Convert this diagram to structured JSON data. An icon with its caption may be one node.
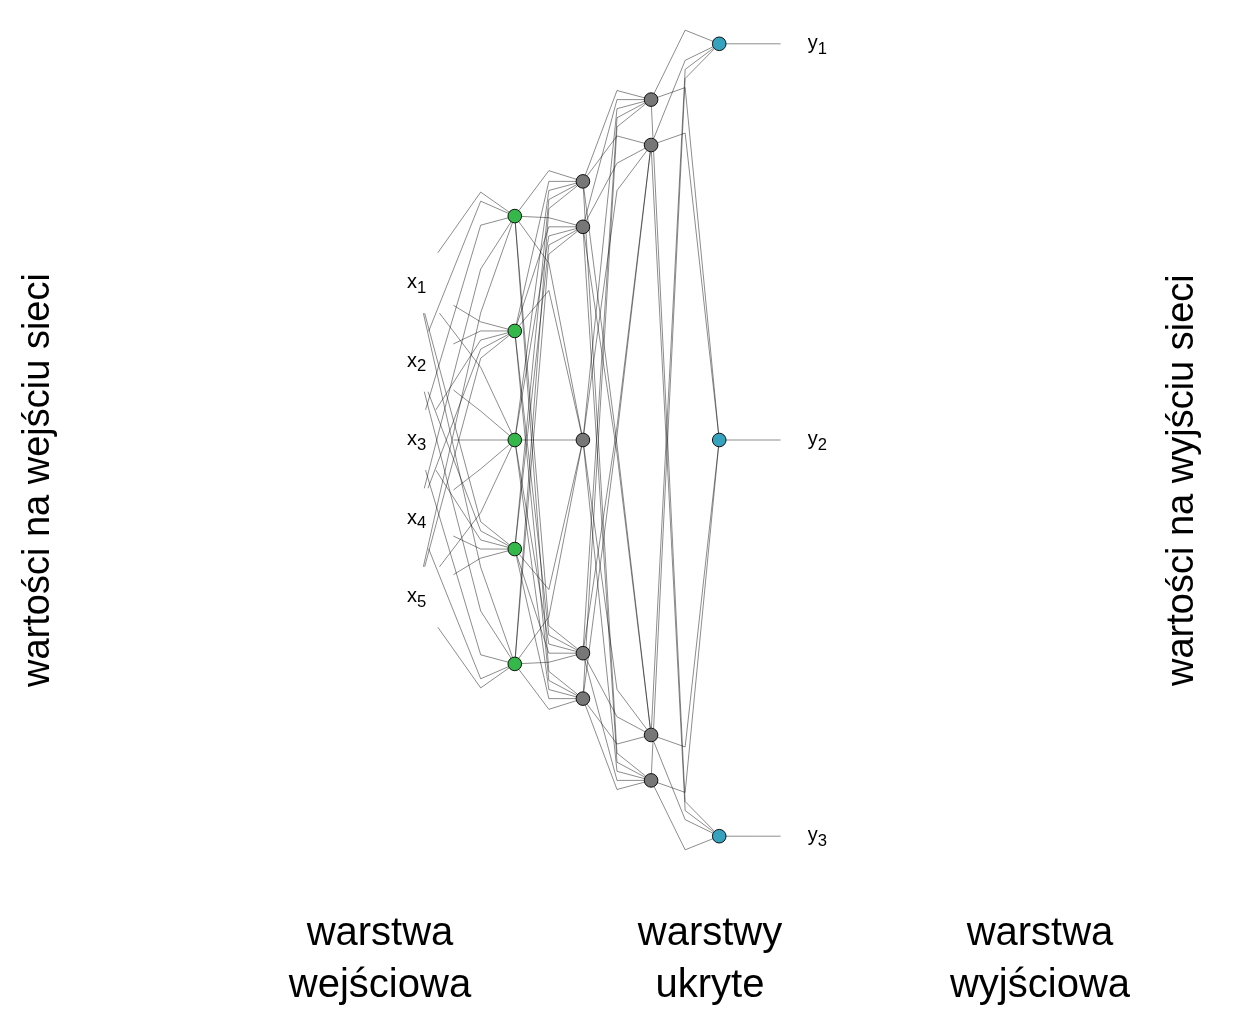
{
  "diagram": {
    "nodes": [
      {
        "text": [
          "x$_{1}$"
        ]
      },
      {
        "text": [
          "x$_{2}$"
        ]
      },
      {
        "text": [
          "x$_{3}$"
        ]
      },
      {
        "text": [
          "x$_{4}$"
        ]
      },
      {
        "text": [
          "x$_{5}$"
        ]
      },
      {
        "text": [],
        "shape": "circle"
      },
      {
        "text": [],
        "shape": "circle"
      },
      {
        "text": [],
        "shape": "circle"
      },
      {
        "text": [],
        "shape": "circle"
      },
      {
        "text": [],
        "shape": "circle"
      },
      {
        "text": [],
        "shape": "circle"
      },
      {
        "text": [],
        "shape": "circle"
      },
      {
        "text": [],
        "shape": "circle"
      },
      {
        "text": [],
        "shape": "circle"
      },
      {
        "text": [],
        "shape": "circle"
      },
      {
        "text": [],
        "shape": "circle"
      },
      {
        "text": [],
        "shape": "circle"
      },
      {
        "text": [],
        "shape": "circle"
      },
      {
        "text": [],
        "shape": "circle"
      },
      {
        "text": [],
        "shape": "circle"
      },
      {
        "text": [],
        "shape": "circle"
      },
      {
        "text": [],
        "shape": "circle"
      },
      {
        "text": [
          "y$_{1}$"
        ]
      },
      {
        "text": [
          "y$_{2}$"
        ]
      },
      {
        "text": [
          "y$_{3}$"
        ]
      }
    ],
    "edges": [
      {
        "from": 0,
        "to": 5,
        "arrow": "none"
      },
      {
        "from": 0,
        "to": 6,
        "arrow": "none"
      },
      {
        "from": 0,
        "to": 7,
        "arrow": "none"
      },
      {
        "from": 0,
        "to": 8,
        "arrow": "none"
      },
      {
        "from": 0,
        "to": 9,
        "arrow": "none"
      },
      {
        "from": 1,
        "to": 5,
        "arrow": "none"
      },
      {
        "from": 1,
        "to": 6,
        "arrow": "none"
      },
      {
        "from": 1,
        "to": 7,
        "arrow": "none"
      },
      {
        "from": 1,
        "to": 8,
        "arrow": "none"
      },
      {
        "from": 1,
        "to": 9,
        "arrow": "none"
      },
      {
        "from": 2,
        "to": 5,
        "arrow": "none"
      },
      {
        "from": 2,
        "to": 6,
        "arrow": "none"
      },
      {
        "from": 2,
        "to": 7,
        "arrow": "none"
      },
      {
        "from": 2,
        "to": 8,
        "arrow": "none"
      },
      {
        "from": 2,
        "to": 9,
        "arrow": "none"
      },
      {
        "from": 3,
        "to": 5,
        "arrow": "none"
      },
      {
        "from": 3,
        "to": 6,
        "arrow": "none"
      },
      {
        "from": 3,
        "to": 7,
        "arrow": "none"
      },
      {
        "from": 3,
        "to": 8,
        "arrow": "none"
      },
      {
        "from": 3,
        "to": 9,
        "arrow": "none"
      },
      {
        "from": 4,
        "to": 5,
        "arrow": "none"
      },
      {
        "from": 4,
        "to": 6,
        "arrow": "none"
      },
      {
        "from": 4,
        "to": 7,
        "arrow": "none"
      },
      {
        "from": 4,
        "to": 8,
        "arrow": "none"
      },
      {
        "from": 4,
        "to": 9,
        "arrow": "none"
      },
      {
        "from": 5,
        "to": 10,
        "arrow": "none"
      },
      {
        "from": 5,
        "to": 11,
        "arrow": "none"
      },
      {
        "from": 5,
        "to": 12,
        "arrow": "none"
      },
      {
        "from": 5,
        "to": 13,
        "arrow": "none"
      },
      {
        "from": 5,
        "to": 14,
        "arrow": "none"
      },
      {
        "from": 6,
        "to": 10,
        "arrow": "none"
      },
      {
        "from": 6,
        "to": 11,
        "arrow": "none"
      },
      {
        "from": 6,
        "to": 12,
        "arrow": "none"
      },
      {
        "from": 6,
        "to": 13,
        "arrow": "none"
      },
      {
        "from": 6,
        "to": 14,
        "arrow": "none"
      },
      {
        "from": 7,
        "to": 10,
        "arrow": "none"
      },
      {
        "from": 7,
        "to": 11,
        "arrow": "none"
      },
      {
        "from": 7,
        "to": 12,
        "arrow": "none"
      },
      {
        "from": 7,
        "to": 13,
        "arrow": "none"
      },
      {
        "from": 7,
        "to": 14,
        "arrow": "none"
      },
      {
        "from": 8,
        "to": 10,
        "arrow": "none"
      },
      {
        "from": 8,
        "to": 11,
        "arrow": "none"
      },
      {
        "from": 8,
        "to": 12,
        "arrow": "none"
      },
      {
        "from": 8,
        "to": 13,
        "arrow": "none"
      },
      {
        "from": 8,
        "to": 14,
        "arrow": "none"
      },
      {
        "from": 9,
        "to": 10,
        "arrow": "none"
      },
      {
        "from": 9,
        "to": 11,
        "arrow": "none"
      },
      {
        "from": 9,
        "to": 12,
        "arrow": "none"
      },
      {
        "from": 9,
        "to": 13,
        "arrow": "none"
      },
      {
        "from": 9,
        "to": 14,
        "arrow": "none"
      },
      {
        "from": 10,
        "to": 15,
        "arrow": "none"
      },
      {
        "from": 10,
        "to": 16,
        "arrow": "none"
      },
      {
        "from": 10,
        "to": 17,
        "arrow": "none"
      },
      {
        "from": 10,
        "to": 18,
        "arrow": "none"
      },
      {
        "from": 11,
        "to": 15,
        "arrow": "none"
      },
      {
        "from": 11,
        "to": 16,
        "arrow": "none"
      },
      {
        "from": 11,
        "to": 17,
        "arrow": "none"
      },
      {
        "from": 11,
        "to": 18,
        "arrow": "none"
      },
      {
        "from": 12,
        "to": 15,
        "arrow": "none"
      },
      {
        "from": 12,
        "to": 16,
        "arrow": "none"
      },
      {
        "from": 12,
        "to": 17,
        "arrow": "none"
      },
      {
        "from": 12,
        "to": 18,
        "arrow": "none"
      },
      {
        "from": 13,
        "to": 15,
        "arrow": "none"
      },
      {
        "from": 13,
        "to": 16,
        "arrow": "none"
      },
      {
        "from": 13,
        "to": 17,
        "arrow": "none"
      },
      {
        "from": 13,
        "to": 18,
        "arrow": "none"
      },
      {
        "from": 14,
        "to": 15,
        "arrow": "none"
      },
      {
        "from": 14,
        "to": 16,
        "arrow": "none"
      },
      {
        "from": 14,
        "to": 17,
        "arrow": "none"
      },
      {
        "from": 14,
        "to": 18,
        "arrow": "none"
      },
      {
        "from": 15,
        "to": 19,
        "arrow": "none"
      },
      {
        "from": 15,
        "to": 20,
        "arrow": "none"
      },
      {
        "from": 15,
        "to": 21,
        "arrow": "none"
      },
      {
        "from": 16,
        "to": 19,
        "arrow": "none"
      },
      {
        "from": 16,
        "to": 20,
        "arrow": "none"
      },
      {
        "from": 16,
        "to": 21,
        "arrow": "none"
      },
      {
        "from": 17,
        "to": 19,
        "arrow": "none"
      },
      {
        "from": 17,
        "to": 20,
        "arrow": "none"
      },
      {
        "from": 17,
        "to": 21,
        "arrow": "none"
      },
      {
        "from": 18,
        "to": 19,
        "arrow": "none"
      },
      {
        "from": 18,
        "to": 20,
        "arrow": "none"
      },
      {
        "from": 18,
        "to": 21,
        "arrow": "none"
      },
      {
        "from": 19,
        "to": 22,
        "arrow": "none"
      },
      {
        "from": 20,
        "to": 23,
        "arrow": "none"
      },
      {
        "from": 21,
        "to": 24,
        "arrow": "none"
      }
    ],
    "labels": [
      "wartości na wejściu sieci",
      "wartości na wyjściu sieci",
      "warstwa wejściowa",
      "warstwy ukryte",
      "warstwa wyjściowa"
    ]
  }
}
